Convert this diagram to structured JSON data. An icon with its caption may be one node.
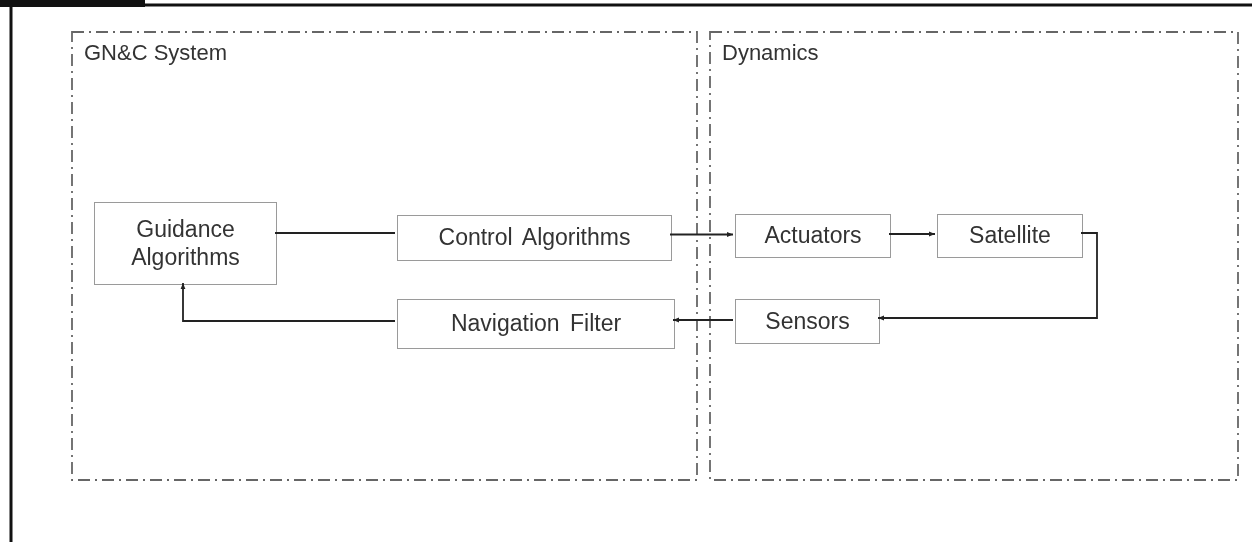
{
  "diagram": {
    "nodes": [
      {
        "text": [
          "GN&C System"
        ]
      },
      {
        "text": [
          "Guidance Algorithms"
        ],
        "in": 0
      },
      {
        "text": [
          "Control Algorithms"
        ],
        "in": 0
      },
      {
        "text": [
          "Navigation Filter"
        ],
        "in": 0
      },
      {
        "text": [
          "Dynamics"
        ]
      },
      {
        "text": [
          "Actuators"
        ],
        "in": 4
      },
      {
        "text": [
          "Satellite"
        ],
        "in": 4
      },
      {
        "text": [
          "Sensors"
        ],
        "in": 4
      }
    ],
    "edges": [
      {
        "from": 1,
        "to": 2,
        "arrow": "none"
      },
      {
        "from": 2,
        "to": 5,
        "arrow": "to"
      },
      {
        "from": 5,
        "to": 6,
        "arrow": "to"
      },
      {
        "from": 6,
        "to": 7,
        "arrow": "to"
      },
      {
        "from": 7,
        "to": 3,
        "arrow": "to"
      },
      {
        "from": 3,
        "to": 1,
        "arrow": "to"
      }
    ]
  }
}
